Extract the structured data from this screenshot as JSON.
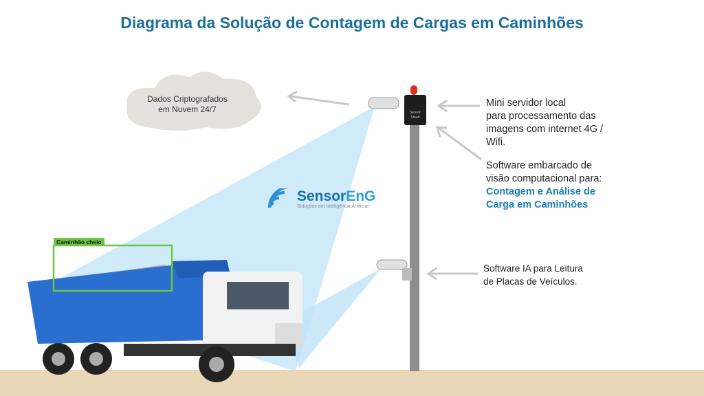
{
  "title": "Diagrama da Solução de Contagem de Cargas em Caminhões",
  "cloud": {
    "line1": "Dados Criptografados",
    "line2": "em Nuvem 24/7"
  },
  "server": {
    "lines": [
      "Mini servidor local",
      "para processamento das",
      "imagens com internet 4G /",
      "Wifi."
    ],
    "box_label": "Sensor Smart"
  },
  "software": {
    "lines": [
      "Software embarcado de",
      "visão computacional para:"
    ],
    "highlight": [
      "Contagem e Análise de",
      "Carga em Caminhões"
    ]
  },
  "plates": {
    "lines": [
      "Software IA para Leitura",
      "de Placas de Veículos."
    ]
  },
  "logo": {
    "name_a": "Sensor",
    "name_b": "EnG",
    "tagline": "Soluções em Inteligência Artificial"
  },
  "detection": {
    "label": "Caminhão  cheio",
    "color": "#6cc644"
  },
  "colors": {
    "title": "#1a6f9a",
    "highlight": "#1a7fb5",
    "truck": "#2a6fd0",
    "ground": "#ead7b8",
    "beam": "#bfe3f7"
  }
}
